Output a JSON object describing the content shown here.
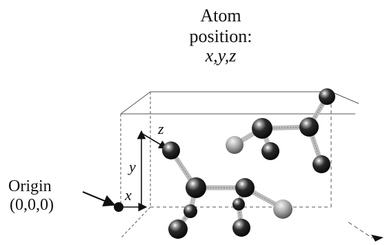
{
  "labels": {
    "title_line1": "Atom",
    "title_line2": "position:",
    "title_line3": "x,y,z",
    "origin_line1": "Origin",
    "origin_line2": "(0,0,0)",
    "axis_x": "x",
    "axis_y": "y",
    "axis_z": "z"
  },
  "colors": {
    "line": "#111111",
    "atom_dark": "#1a1a1a",
    "atom_grey": "#9a9a9a",
    "bond": "#bfbfbf",
    "box_edge": "#555555"
  }
}
